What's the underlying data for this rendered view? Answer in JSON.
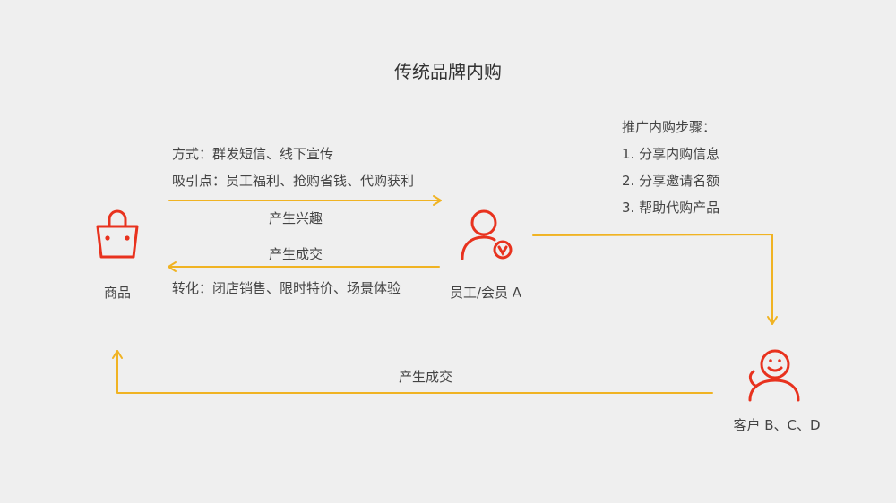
{
  "title": "传统品牌内购",
  "nodes": {
    "product": {
      "label": "商品",
      "icon": "shopping-bag-icon"
    },
    "employee": {
      "label": "员工/会员 A",
      "icon": "member-user-icon"
    },
    "customer": {
      "label": "客户 B、C、D",
      "icon": "smiling-user-icon"
    }
  },
  "top_text": {
    "method": "方式：群发短信、线下宣传",
    "attraction": "吸引点：员工福利、抢购省钱、代购获利"
  },
  "edges": {
    "interest": "产生兴趣",
    "deal_employee": "产生成交",
    "conversion": "转化：闭店销售、限时特价、场景体验",
    "deal_customer": "产生成交"
  },
  "steps": {
    "heading": "推广内购步骤：",
    "items": [
      "1. 分享内购信息",
      "2. 分享邀请名额",
      "3. 帮助代购产品"
    ]
  },
  "colors": {
    "accent_red": "#e8321e",
    "arrow_yellow": "#f0b323",
    "text": "#444444",
    "background": "#efefef"
  }
}
